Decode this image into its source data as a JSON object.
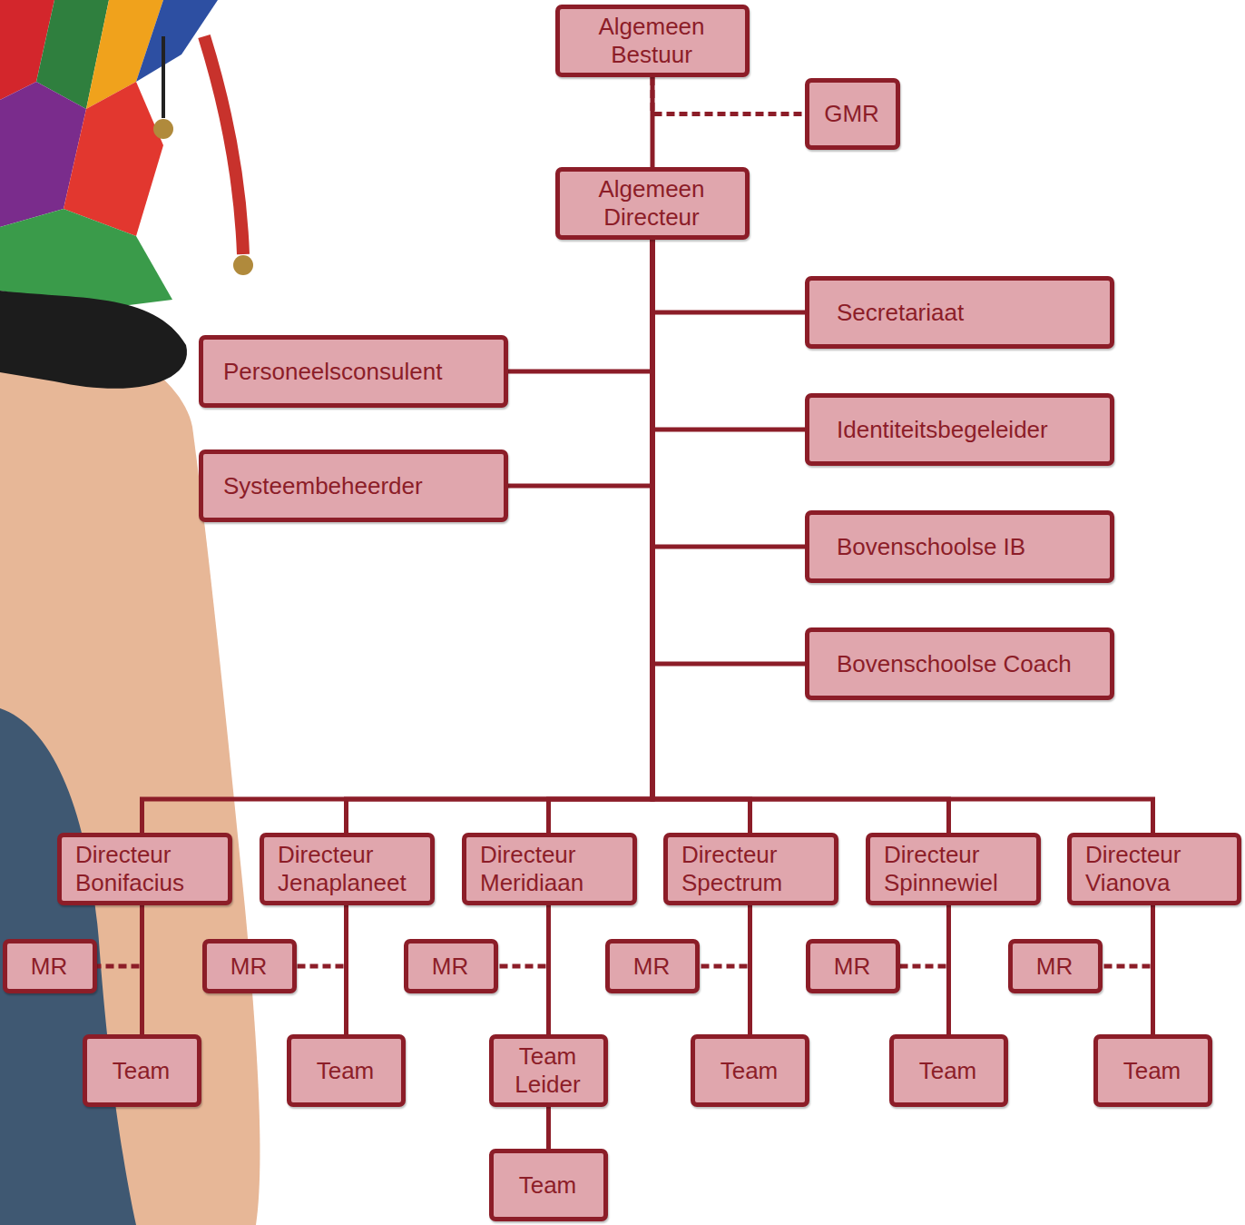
{
  "diagram": {
    "nodes": [
      {
        "text": [
          "Algemeen Bestuur"
        ]
      },
      {
        "text": [
          "GMR"
        ]
      },
      {
        "text": [
          "Algemeen Directeur"
        ]
      },
      {
        "text": [
          "Secretariaat"
        ]
      },
      {
        "text": [
          "Personeelsconsulent"
        ]
      },
      {
        "text": [
          "Identiteitsbegeleider"
        ]
      },
      {
        "text": [
          "Systeembeheerder"
        ]
      },
      {
        "text": [
          "Bovenschoolse IB"
        ]
      },
      {
        "text": [
          "Bovenschoolse Coach"
        ]
      },
      {
        "text": [
          "Directeur Bonifacius"
        ]
      },
      {
        "text": [
          "Directeur Jenaplaneet"
        ]
      },
      {
        "text": [
          "Directeur Meridiaan"
        ]
      },
      {
        "text": [
          "Directeur Spectrum"
        ]
      },
      {
        "text": [
          "Directeur Spinnewiel"
        ]
      },
      {
        "text": [
          "Directeur Vianova"
        ]
      },
      {
        "text": [
          "MR"
        ]
      },
      {
        "text": [
          "MR"
        ]
      },
      {
        "text": [
          "MR"
        ]
      },
      {
        "text": [
          "MR"
        ]
      },
      {
        "text": [
          "MR"
        ]
      },
      {
        "text": [
          "MR"
        ]
      },
      {
        "text": [
          "Team"
        ]
      },
      {
        "text": [
          "Team"
        ]
      },
      {
        "text": [
          "Team Leider"
        ]
      },
      {
        "text": [
          "Team"
        ]
      },
      {
        "text": [
          "Team"
        ]
      },
      {
        "text": [
          "Team"
        ]
      },
      {
        "text": [
          "Team"
        ]
      }
    ],
    "edges": [
      {
        "from": 0,
        "to": 2,
        "arrow": "none"
      },
      {
        "from": 0,
        "to": 1,
        "arrow": "none"
      },
      {
        "from": 2,
        "to": 3,
        "arrow": "none"
      },
      {
        "from": 2,
        "to": 4,
        "arrow": "none"
      },
      {
        "from": 2,
        "to": 5,
        "arrow": "none"
      },
      {
        "from": 2,
        "to": 6,
        "arrow": "none"
      },
      {
        "from": 2,
        "to": 7,
        "arrow": "none"
      },
      {
        "from": 2,
        "to": 8,
        "arrow": "none"
      },
      {
        "from": 2,
        "to": 9,
        "arrow": "none"
      },
      {
        "from": 2,
        "to": 10,
        "arrow": "none"
      },
      {
        "from": 2,
        "to": 11,
        "arrow": "none"
      },
      {
        "from": 2,
        "to": 12,
        "arrow": "none"
      },
      {
        "from": 2,
        "to": 13,
        "arrow": "none"
      },
      {
        "from": 2,
        "to": 14,
        "arrow": "none"
      },
      {
        "from": 9,
        "to": 15,
        "arrow": "none"
      },
      {
        "from": 10,
        "to": 16,
        "arrow": "none"
      },
      {
        "from": 11,
        "to": 17,
        "arrow": "none"
      },
      {
        "from": 12,
        "to": 18,
        "arrow": "none"
      },
      {
        "from": 13,
        "to": 19,
        "arrow": "none"
      },
      {
        "from": 14,
        "to": 20,
        "arrow": "none"
      },
      {
        "from": 9,
        "to": 21,
        "arrow": "none"
      },
      {
        "from": 10,
        "to": 22,
        "arrow": "none"
      },
      {
        "from": 11,
        "to": 23,
        "arrow": "none"
      },
      {
        "from": 12,
        "to": 24,
        "arrow": "none"
      },
      {
        "from": 13,
        "to": 25,
        "arrow": "none"
      },
      {
        "from": 14,
        "to": 26,
        "arrow": "none"
      },
      {
        "from": 23,
        "to": 27,
        "arrow": "none"
      }
    ]
  }
}
